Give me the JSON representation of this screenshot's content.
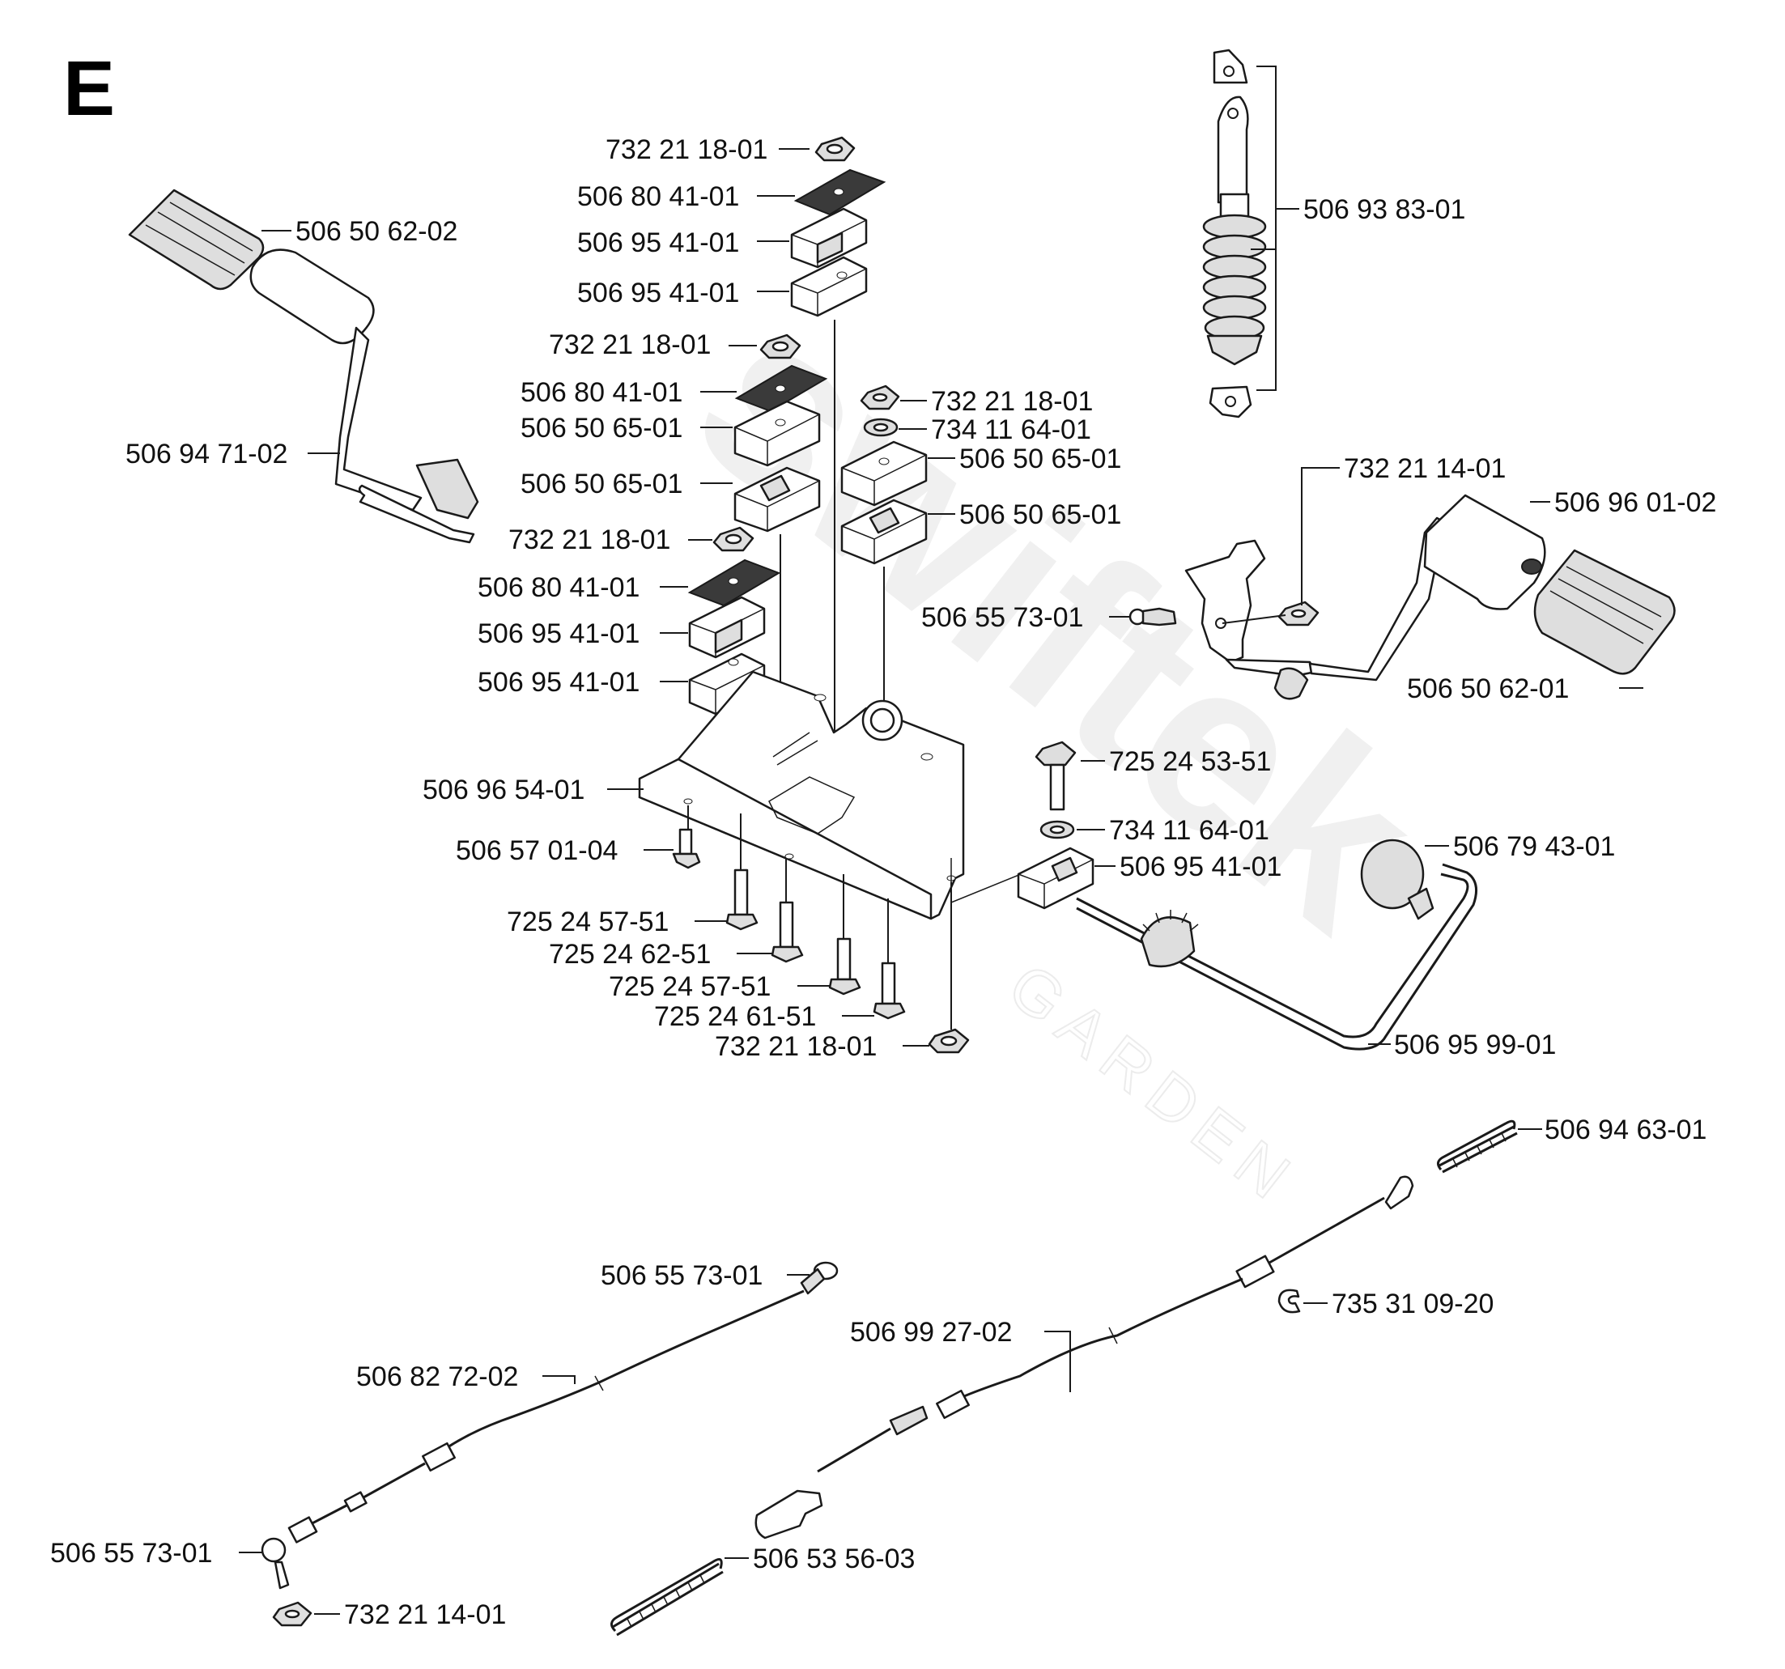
{
  "section_letter": "E",
  "watermark": {
    "text": "swiftek",
    "subtext": "GARDEN"
  },
  "labels": {
    "lbl_sec_nut_top": "732 21 18-01",
    "lbl_sec_plate_top": "506 80 41-01",
    "lbl_sec_block_a": "506 95 41-01",
    "lbl_sec_block_b": "506 95 41-01",
    "lbl_mid_nut": "732 21 18-01",
    "lbl_mid_plate": "506 80 41-01",
    "lbl_mid_block_a": "506 50 65-01",
    "lbl_mid_block_b": "506 50 65-01",
    "lbl_low_nut": "732 21 18-01",
    "lbl_low_plate": "506 80 41-01",
    "lbl_low_block_a": "506 95 41-01",
    "lbl_low_block_b": "506 95 41-01",
    "lbl_right_nut": "732 21 18-01",
    "lbl_right_washer": "734 11 64-01",
    "lbl_right_block_a": "506 50 65-01",
    "lbl_right_block_b": "506 50 65-01",
    "lbl_pedal_pad_left": "506 50 62-02",
    "lbl_pedal_arm_left": "506 94 71-02",
    "lbl_damper": "506 93 83-01",
    "lbl_nut_pedal_right": "732 21 14-01",
    "lbl_pedal_sleeve_right": "506 96 01-02",
    "lbl_balljoint_pedal": "506 55 73-01",
    "lbl_pedal_pad_right": "506 50 62-01",
    "lbl_bolt_right": "725 24 53-51",
    "lbl_washer_right": "734 11 64-01",
    "lbl_block_right": "506 95 41-01",
    "lbl_knob": "506 79 43-01",
    "lbl_base_plate": "506 96 54-01",
    "lbl_screw_small": "506 57 01-04",
    "lbl_bolt_1": "725 24 57-51",
    "lbl_bolt_2": "725 24 62-51",
    "lbl_bolt_3": "725 24 57-51",
    "lbl_bolt_4": "725 24 61-51",
    "lbl_nut_bottom": "732 21 18-01",
    "lbl_lever_rod": "506 95 99-01",
    "lbl_spring_top": "506 94 63-01",
    "lbl_clip": "735 31 09-20",
    "lbl_cable_right": "506 99 27-02",
    "lbl_balljoint_cable_top": "506 55 73-01",
    "lbl_cable_left": "506 82 72-02",
    "lbl_balljoint_cable_bottom": "506 55 73-01",
    "lbl_nut_cable": "732 21 14-01",
    "lbl_spring_bottom": "506 53 56-03"
  }
}
